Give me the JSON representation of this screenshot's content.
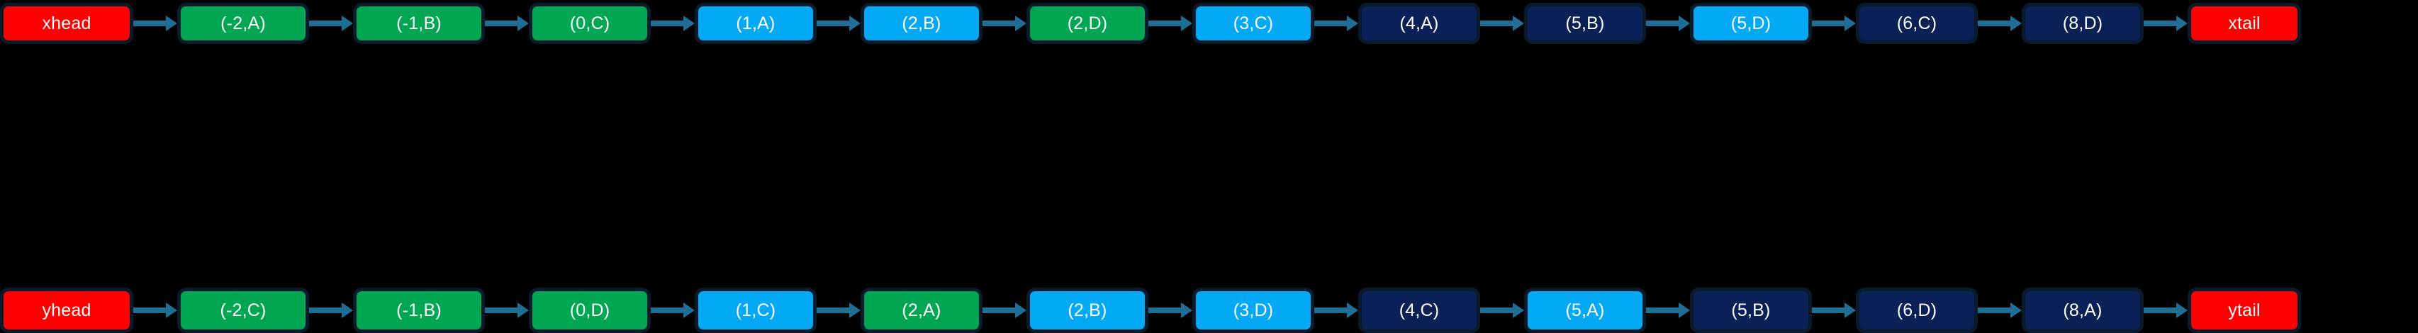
{
  "background_color": "#000000",
  "palette": {
    "red": "#FF0000",
    "green": "#00A651",
    "blue": "#03A9F4",
    "navy": "#0A2158",
    "border": "#091A2B",
    "arrow": "#1F6E96",
    "text": "#FFFFFF"
  },
  "diagram": {
    "type": "flowchart",
    "orientation": "left-to-right",
    "chains": [
      {
        "id": "x-chain",
        "name": "x-sequence",
        "nodes": [
          {
            "label": "xhead",
            "color": "red",
            "width": 188
          },
          {
            "label": "(-2,A)",
            "color": "green",
            "width": 186
          },
          {
            "label": "(-1,B)",
            "color": "green",
            "width": 186
          },
          {
            "label": "(0,C)",
            "color": "green",
            "width": 172
          },
          {
            "label": "(1,A)",
            "color": "blue",
            "width": 172
          },
          {
            "label": "(2,B)",
            "color": "blue",
            "width": 172
          },
          {
            "label": "(2,D)",
            "color": "green",
            "width": 172
          },
          {
            "label": "(3,C)",
            "color": "blue",
            "width": 172
          },
          {
            "label": "(4,A)",
            "color": "navy",
            "width": 172
          },
          {
            "label": "(5,B)",
            "color": "navy",
            "width": 172
          },
          {
            "label": "(5,D)",
            "color": "blue",
            "width": 172
          },
          {
            "label": "(6,C)",
            "color": "navy",
            "width": 172
          },
          {
            "label": "(8,D)",
            "color": "navy",
            "width": 172
          },
          {
            "label": "xtail",
            "color": "red",
            "width": 160
          }
        ],
        "arrow_gap": 62
      },
      {
        "id": "y-chain",
        "name": "y-sequence",
        "nodes": [
          {
            "label": "yhead",
            "color": "red",
            "width": 188
          },
          {
            "label": "(-2,C)",
            "color": "green",
            "width": 186
          },
          {
            "label": "(-1,B)",
            "color": "green",
            "width": 186
          },
          {
            "label": "(0,D)",
            "color": "green",
            "width": 172
          },
          {
            "label": "(1,C)",
            "color": "blue",
            "width": 172
          },
          {
            "label": "(2,A)",
            "color": "green",
            "width": 172
          },
          {
            "label": "(2,B)",
            "color": "blue",
            "width": 172
          },
          {
            "label": "(3,D)",
            "color": "blue",
            "width": 172
          },
          {
            "label": "(4,C)",
            "color": "navy",
            "width": 172
          },
          {
            "label": "(5,A)",
            "color": "blue",
            "width": 172
          },
          {
            "label": "(5,B)",
            "color": "navy",
            "width": 172
          },
          {
            "label": "(6,D)",
            "color": "navy",
            "width": 172
          },
          {
            "label": "(8,A)",
            "color": "navy",
            "width": 172
          },
          {
            "label": "ytail",
            "color": "red",
            "width": 160
          }
        ],
        "arrow_gap": 62
      }
    ]
  }
}
